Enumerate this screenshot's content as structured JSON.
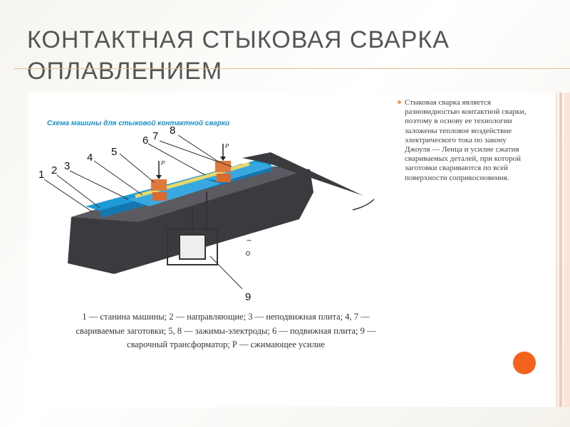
{
  "slide": {
    "title_line1": "КОНТАКТНАЯ СТЫКОВАЯ СВАРКА",
    "title_line2": "ОПЛАВЛЕНИЕМ"
  },
  "diagram": {
    "caption": "Схема машины для стыковой контактной сварки",
    "labels": [
      "1",
      "2",
      "3",
      "4",
      "5",
      "6",
      "7",
      "8",
      "9"
    ],
    "force_label": "P",
    "legend": "1 — станина машины; 2 — направляющие; 3 — неподвижная плита; 4, 7 — свариваемые заготовки; 5, 8 — зажимы-электроды; 6 — подвижная плита; 9 — сварочный трансформатор; Р — сжимающее усилие"
  },
  "side_text": "Стыковая сварка является разновидностью контактной сварки, поэтому в основу ее технологии заложены тепловое воздействие электрического тока по закону Джоуля — Ленца и усилие сжатия свариваемых деталей, при которой заготовки свариваются по всей поверхности соприкосновения.",
  "colors": {
    "accent_orange": "#f3621f",
    "stripe_pink": "#f6c9bb",
    "title_gray": "#555555",
    "caption_blue": "#1a8ec7"
  }
}
